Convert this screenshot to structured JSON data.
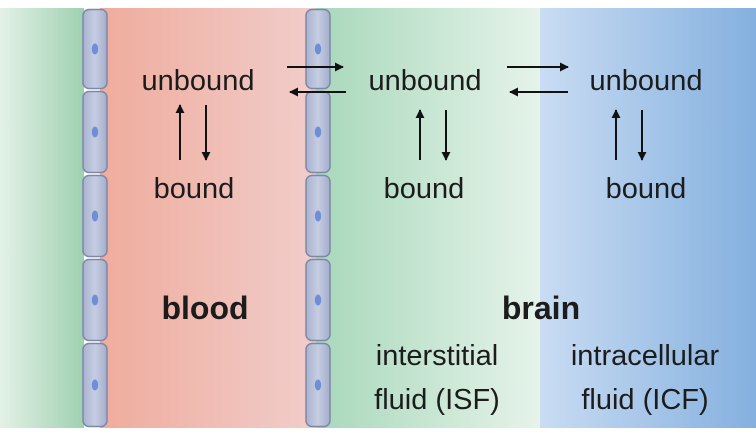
{
  "compartments": {
    "blood": {
      "unbound": "unbound",
      "bound": "bound",
      "title": "blood",
      "color": "#f2b6ac"
    },
    "isf": {
      "unbound": "unbound",
      "bound": "bound",
      "title": "brain",
      "line1": "interstitial",
      "line2": "fluid (ISF)",
      "color": "#cde9d8"
    },
    "icf": {
      "unbound": "unbound",
      "bound": "bound",
      "line1": "intracellular",
      "line2": "fluid (ICF)",
      "color": "#8db8e2"
    }
  },
  "cells": {
    "color": "#b8c2dc",
    "nucleus_color": "#6f8ed6"
  }
}
